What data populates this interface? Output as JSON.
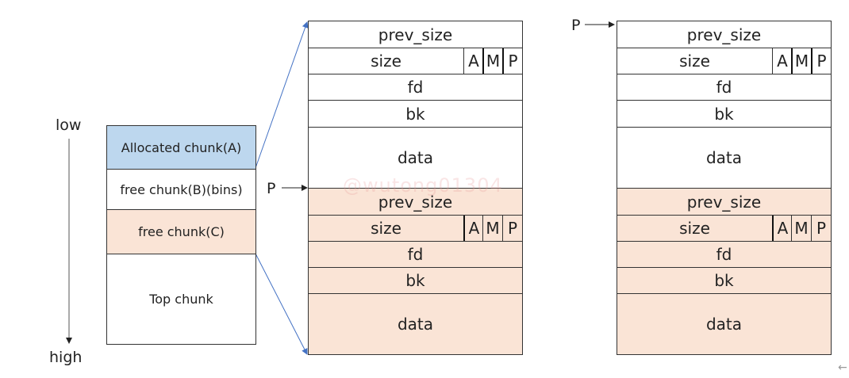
{
  "axis": {
    "low_label": "low",
    "high_label": "high"
  },
  "heap": {
    "chunks": [
      {
        "label": "Allocated chunk(A)",
        "color": "#bdd7ee"
      },
      {
        "label": "free chunk(B)(bins)",
        "color": "#ffffff"
      },
      {
        "label": "free chunk(C)",
        "color": "#fae4d6"
      },
      {
        "label": "Top chunk",
        "color": "#ffffff"
      }
    ]
  },
  "pointer_label": "P",
  "chunk_fields": {
    "prev_size": "prev_size",
    "size": "size",
    "flags": [
      "A",
      "M",
      "P"
    ],
    "fd": "fd",
    "bk": "bk",
    "data": "data"
  },
  "watermark": "@wutong01304",
  "colors": {
    "free_chunk": "#fae4d6",
    "allocated_chunk": "#bdd7ee",
    "zoom_lines": "#4472c4"
  },
  "corner_icon": "back-arrow-icon"
}
